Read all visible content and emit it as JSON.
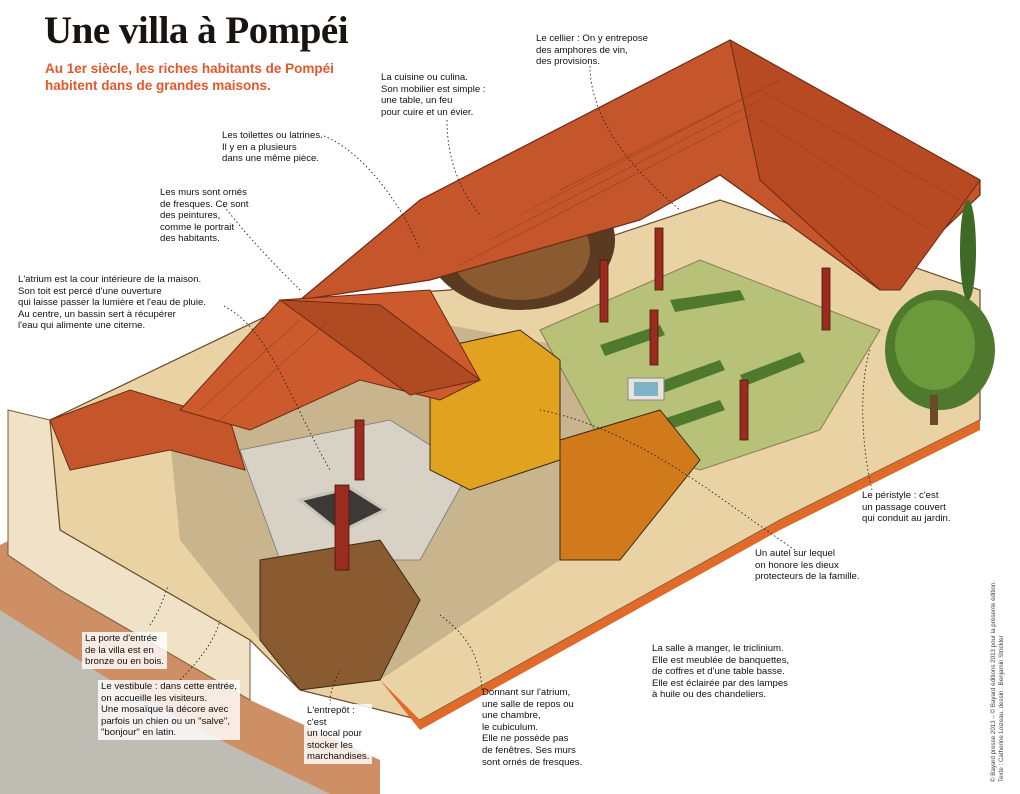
{
  "title": "Une villa à Pompéi",
  "subtitle": "Au 1er siècle, les riches habitants de Pompéi habitent dans de grandes maisons.",
  "colors": {
    "accent": "#e2582a",
    "roof": "#c5562b",
    "wall": "#e9d3a4",
    "garden": "#b7c178"
  },
  "labels": {
    "cellier": [
      "Le cellier : On y entrepose",
      "des amphores de vin,",
      "des provisions."
    ],
    "cuisine": [
      "La cuisine ou culina.",
      "Son mobilier est simple :",
      "une table, un feu",
      "pour cuire et un évier."
    ],
    "toilettes": [
      "Les toilettes ou latrines.",
      "Il y en a plusieurs",
      "dans une même pièce."
    ],
    "murs": [
      "Les murs sont ornés",
      "de fresques. Ce sont",
      "des peintures,",
      "comme le portrait",
      "des habitants."
    ],
    "atrium": [
      "L'atrium est la cour intérieure de la maison.",
      "Son toit est percé d'une ouverture",
      "qui laisse passer la lumière et l'eau de pluie.",
      "Au centre, un bassin sert à récupérer",
      "l'eau qui alimente une citerne."
    ],
    "peristyle": [
      "Le péristyle : c'est",
      "un passage couvert",
      "qui conduit au jardin."
    ],
    "autel": [
      "Un autel sur lequel",
      "on honore les dieux",
      "protecteurs de la famille."
    ],
    "salle": [
      "La salle à manger, le triclinium.",
      "Elle est meublée de banquettes,",
      "de coffres et d'une table basse.",
      "Elle est éclairée par des lampes",
      "à huile ou des chandeliers."
    ],
    "porte": [
      "La porte d'entrée",
      "de la villa est en",
      "bronze ou en bois."
    ],
    "vestibule": [
      "Le vestibule : dans cette entrée,",
      "on accueille les visiteurs.",
      "Une mosaïque la décore avec",
      "parfois un chien ou un \"salve\",",
      "\"bonjour\" en latin."
    ],
    "entrepot": [
      "L'entrepôt :",
      "c'est",
      "un local pour",
      "stocker les",
      "marchandises."
    ],
    "cubiculum": [
      "Donnant sur l'atrium,",
      "une salle de repos ou",
      "une chambre,",
      "le cubiculum.",
      "Elle ne possède pas",
      "de fenêtres. Ses murs",
      "sont ornés de fresques."
    ]
  },
  "credits": [
    "© Bayard presse 2013 – © Bayard éditions 2013 pour la présente édition.",
    "Texte : Catherine Loizeau, dessin : Benjamin Strickler"
  ]
}
